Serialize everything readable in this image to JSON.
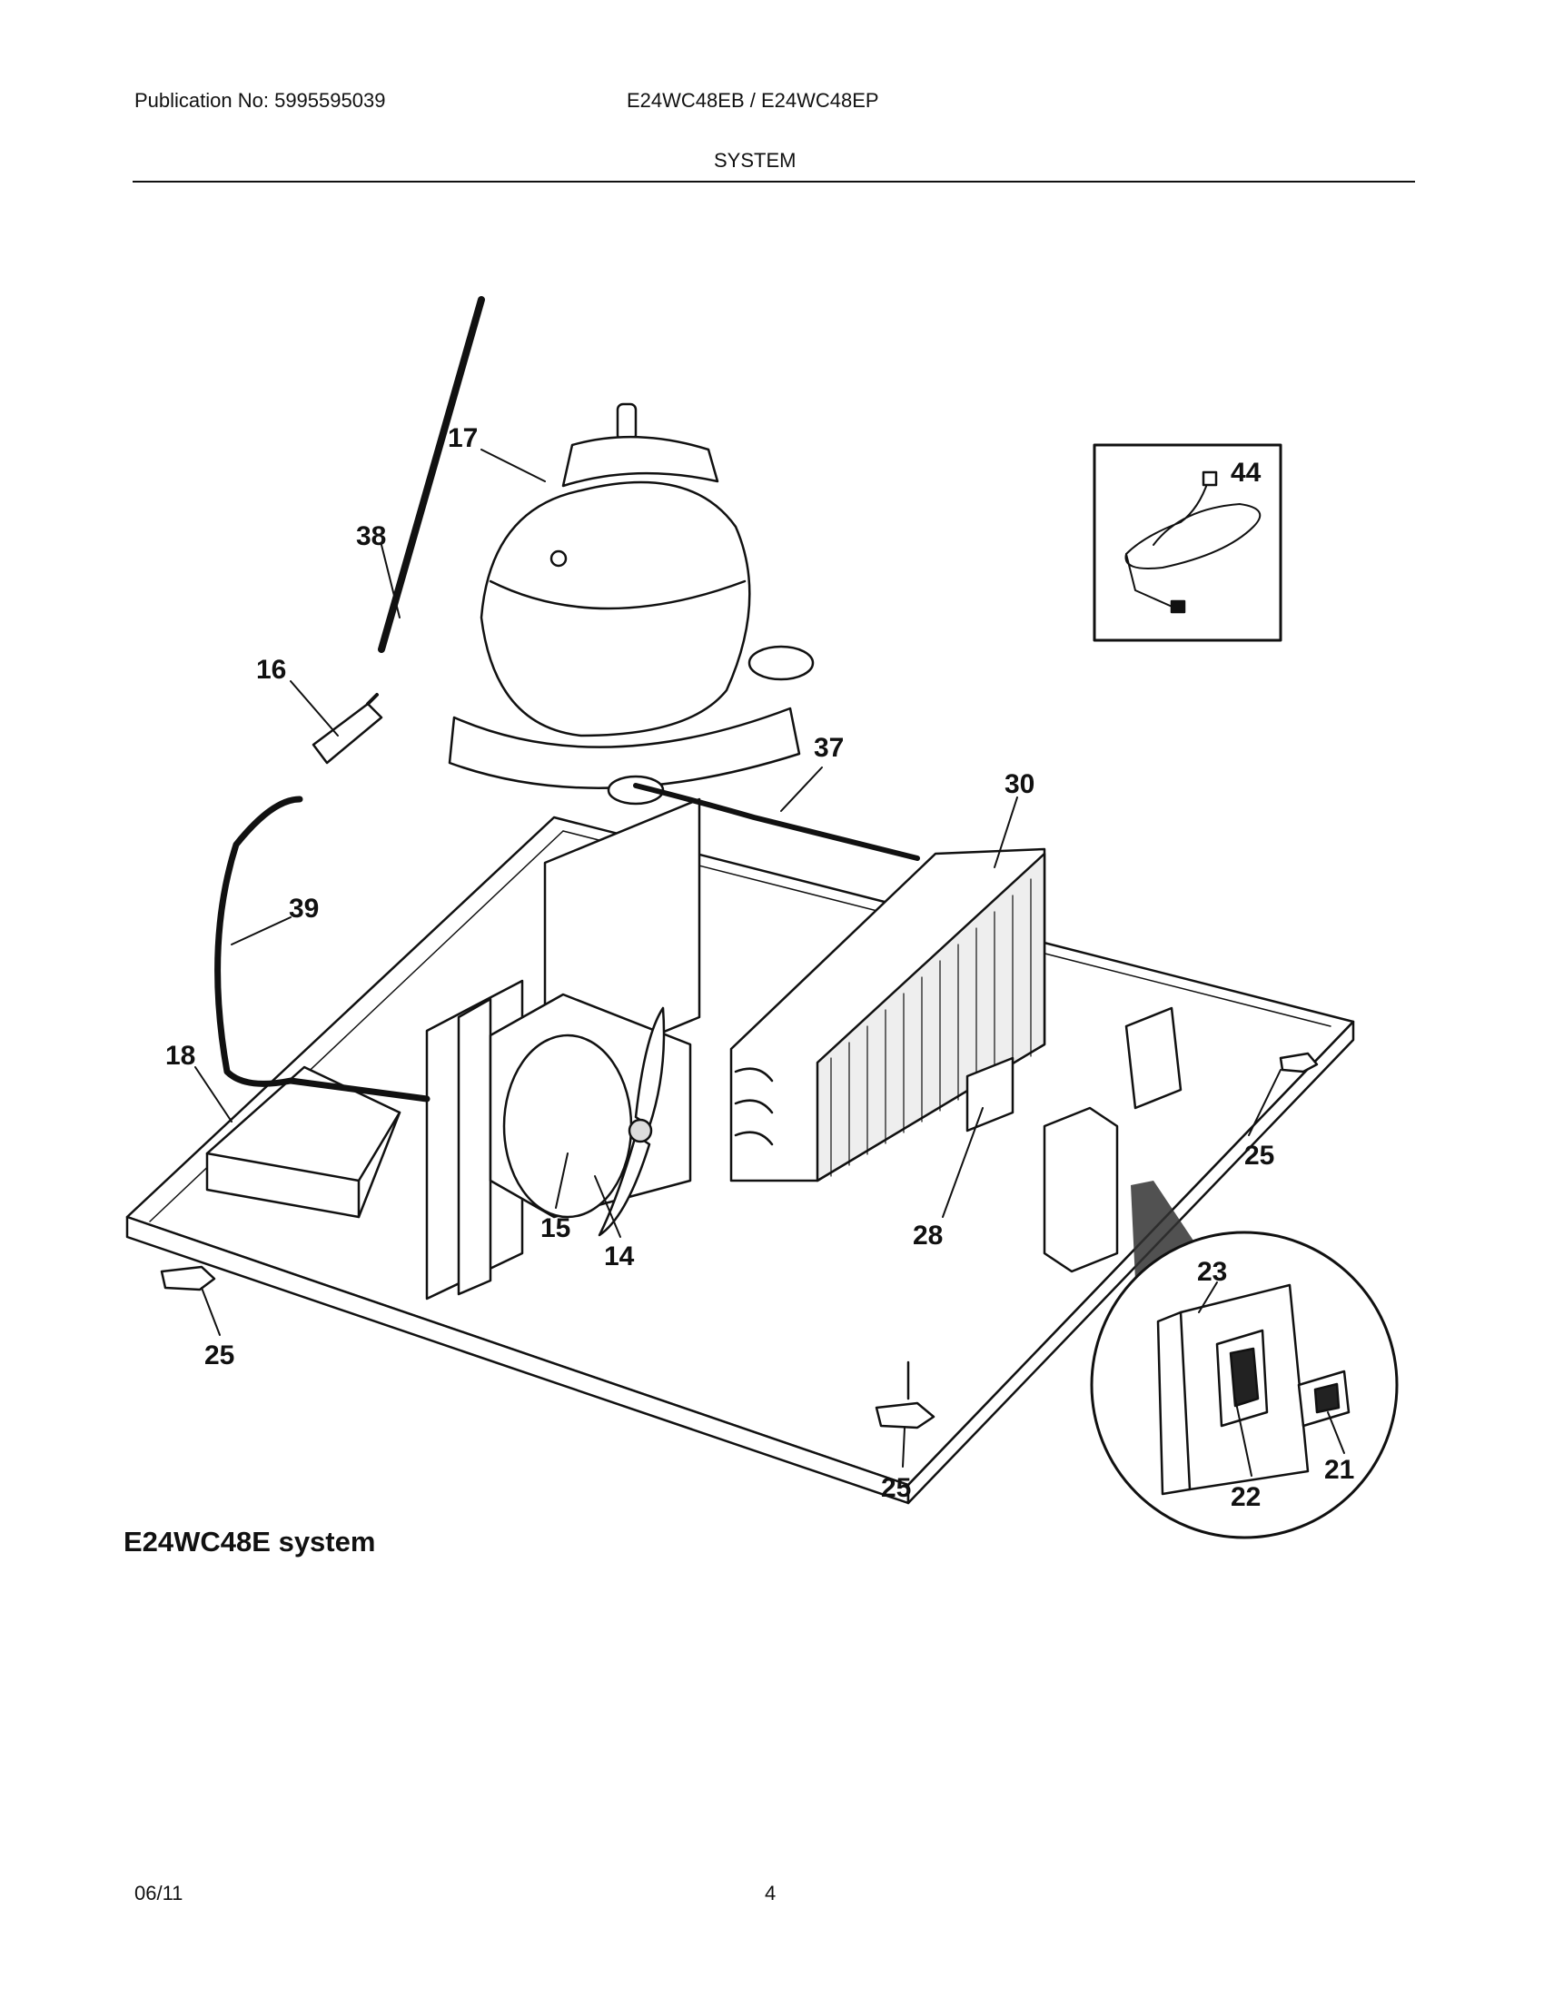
{
  "header": {
    "publication": "Publication No: 5995595039",
    "models": "E24WC48EB / E24WC48EP",
    "section": "SYSTEM"
  },
  "diagram": {
    "caption": "E24WC48E system",
    "callouts": {
      "c17": "17",
      "c38": "38",
      "c16": "16",
      "c37": "37",
      "c30": "30",
      "c39": "39",
      "c18": "18",
      "c15": "15",
      "c14": "14",
      "c28": "28",
      "c25a": "25",
      "c25b": "25",
      "c25c": "25",
      "c23": "23",
      "c22": "22",
      "c21": "21",
      "c44": "44"
    }
  },
  "footer": {
    "date": "06/11",
    "page": "4"
  }
}
